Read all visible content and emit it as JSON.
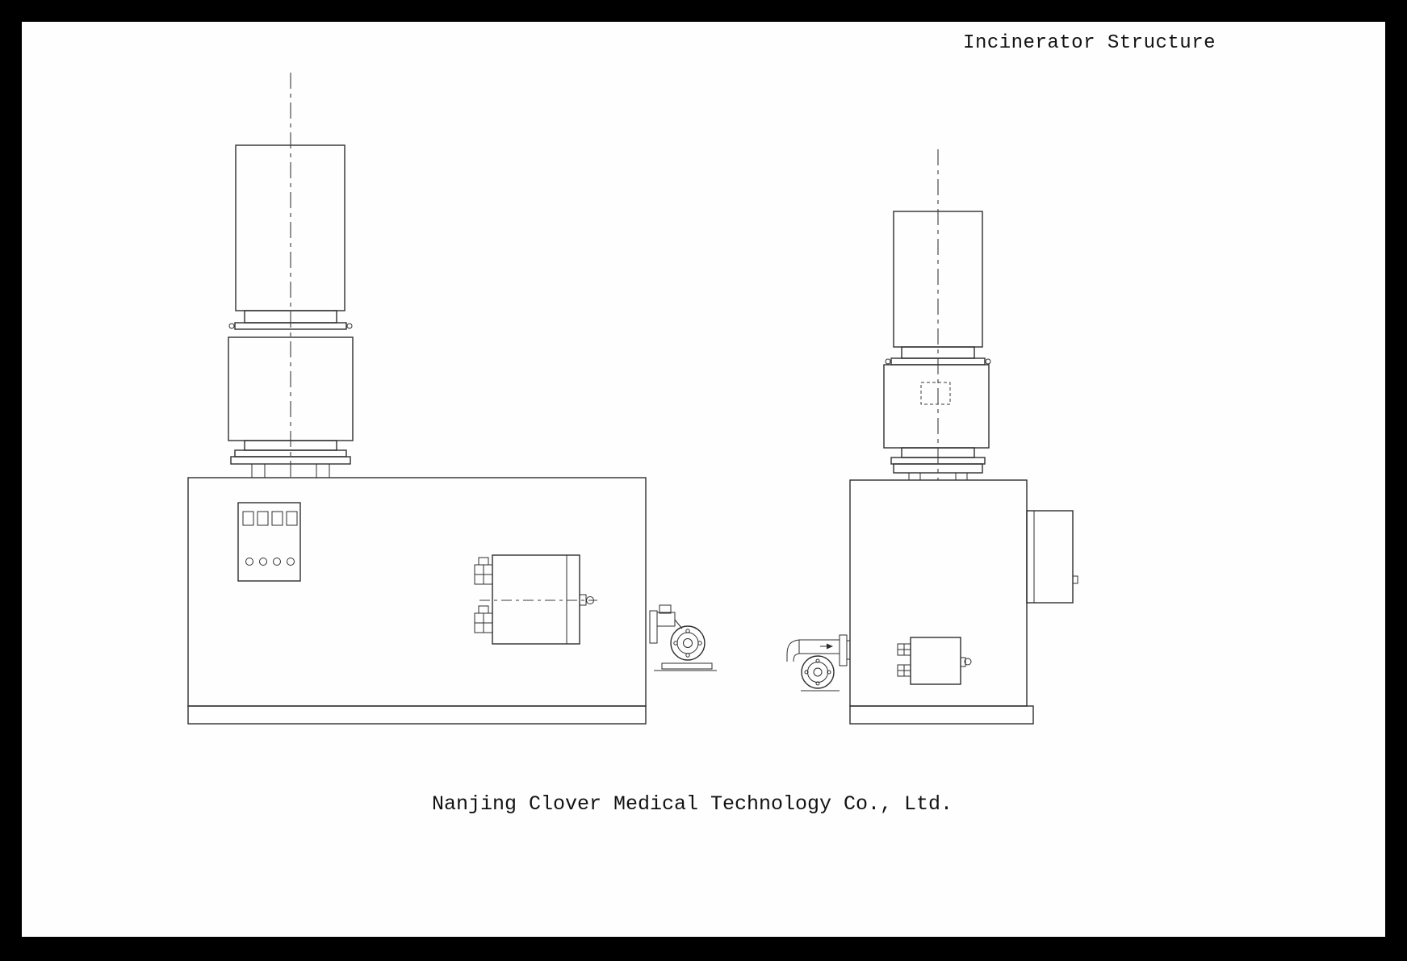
{
  "page": {
    "title": "Incinerator Structure",
    "footer": "Nanjing Clover Medical Technology Co., Ltd."
  },
  "drawing": {
    "background_color": "#fefefe",
    "frame_color": "#000000",
    "line_color": "#2e2e2e",
    "views": [
      {
        "id": "front-view"
      },
      {
        "id": "side-view"
      }
    ]
  }
}
